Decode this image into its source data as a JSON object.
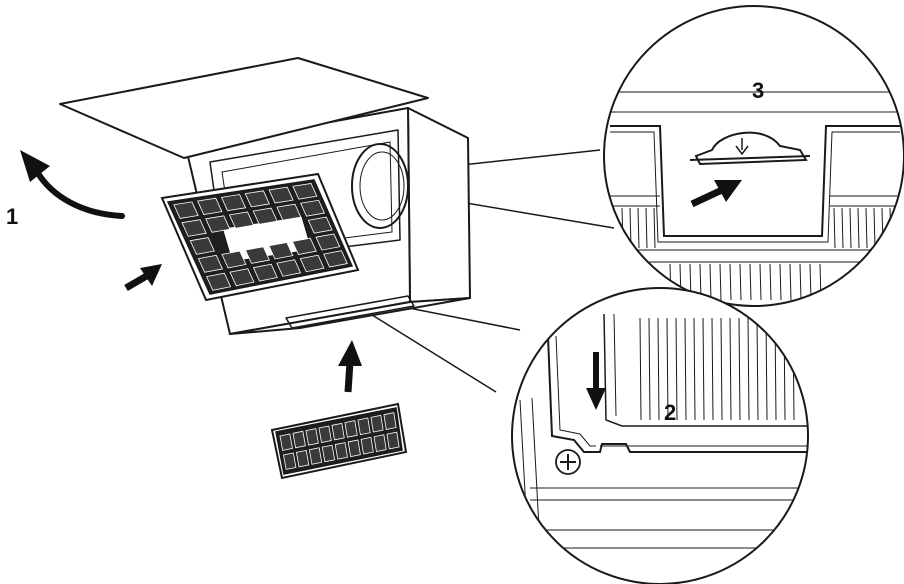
{
  "diagram": {
    "step_labels": {
      "step1": "1",
      "step2": "2",
      "step3": "3"
    },
    "colors": {
      "line": "#1a1a1a",
      "fill": "#ffffff",
      "arrow": "#111111",
      "filter_dark": "#1e1e1e",
      "filter_cell": "#3a3a3a"
    }
  }
}
